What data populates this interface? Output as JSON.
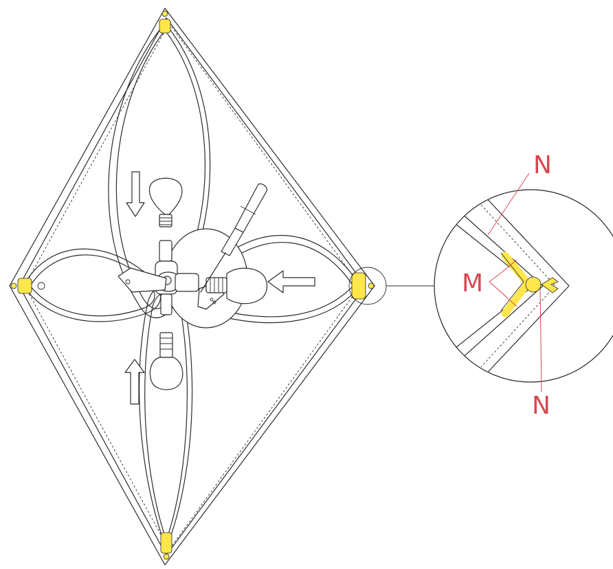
{
  "colors": {
    "line": "#2b2b2b",
    "highlight": "#ffe64a",
    "callout": "#d8474f",
    "background": "#ffffff"
  },
  "callouts": {
    "n_top": "N",
    "m": "M",
    "n_bottom": "N"
  },
  "icons": [
    "light-bulb-icon",
    "screwdriver-icon",
    "direction-arrow-icon",
    "connector-clip-icon"
  ]
}
